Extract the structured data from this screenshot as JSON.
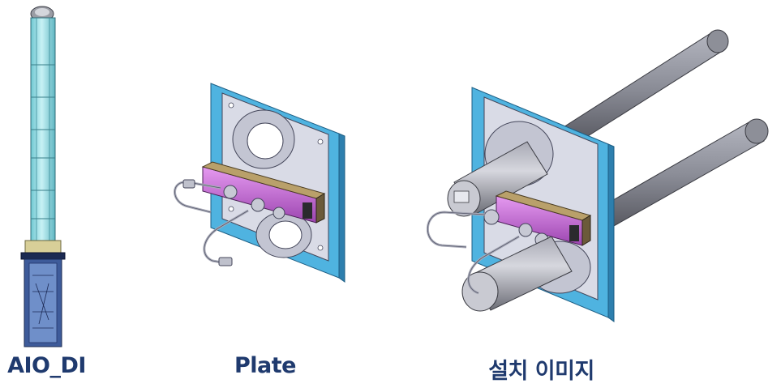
{
  "captions": {
    "aio_di": "AIO_DI",
    "plate": "Plate",
    "install": "설치 이미지"
  },
  "colors": {
    "caption_text": "#1f3a6e",
    "tube_cyan": "#9fe3ea",
    "plate_blue": "#4fb3e0",
    "plate_gray": "#d9dbe6",
    "connector_magenta": "#c36fd6",
    "rod_gray": "#7f8088"
  },
  "figures": [
    {
      "id": "aio-di-sensor",
      "icon": "probe-sensor-drawing"
    },
    {
      "id": "mounting-plate",
      "icon": "plate-drawing"
    },
    {
      "id": "installed-assembly",
      "icon": "installation-drawing"
    }
  ]
}
